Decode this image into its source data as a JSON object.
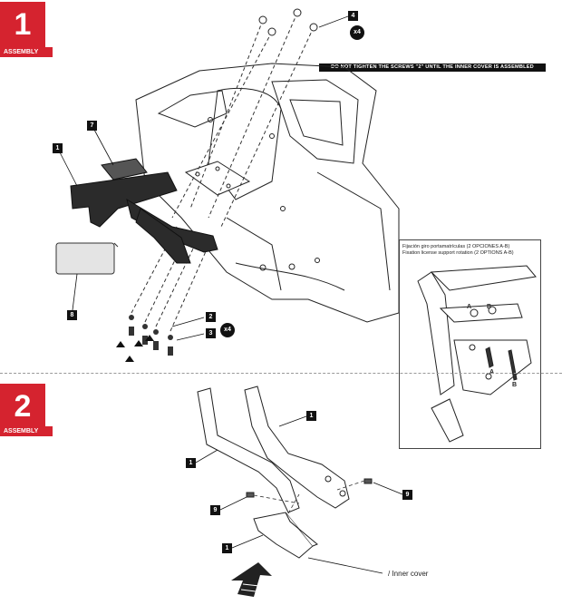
{
  "steps": [
    {
      "number": "1",
      "tab": "ASSEMBLY"
    },
    {
      "number": "2",
      "tab": "ASSEMBLY"
    }
  ],
  "warning": "DO NOT TIGHTEN THE SCREWS \"2\" UNTIL THE INNER COVER IS ASSEMBLED",
  "callouts_step1": {
    "bracket": "1",
    "washer": "2",
    "screw": "3",
    "nut": "4",
    "light": "7",
    "plate": "8",
    "qty_top": "x4",
    "qty_bottom": "x4"
  },
  "inset": {
    "caption_es": "Fijación giro portamatrículas (2 OPCIONES A-B)",
    "caption_en": "Fixation license support rotation (2 OPTIONS A-B)",
    "label_a": "A",
    "label_b": "B",
    "label_a2": "A",
    "label_b2": "B"
  },
  "callouts_step2": {
    "arm_right": "1",
    "arm_left": "1",
    "screw_left": "9",
    "screw_right": "9",
    "cover": "1"
  },
  "inner_cover_label": "/ Inner cover",
  "colors": {
    "accent": "#d5232f",
    "ink": "#111111"
  }
}
